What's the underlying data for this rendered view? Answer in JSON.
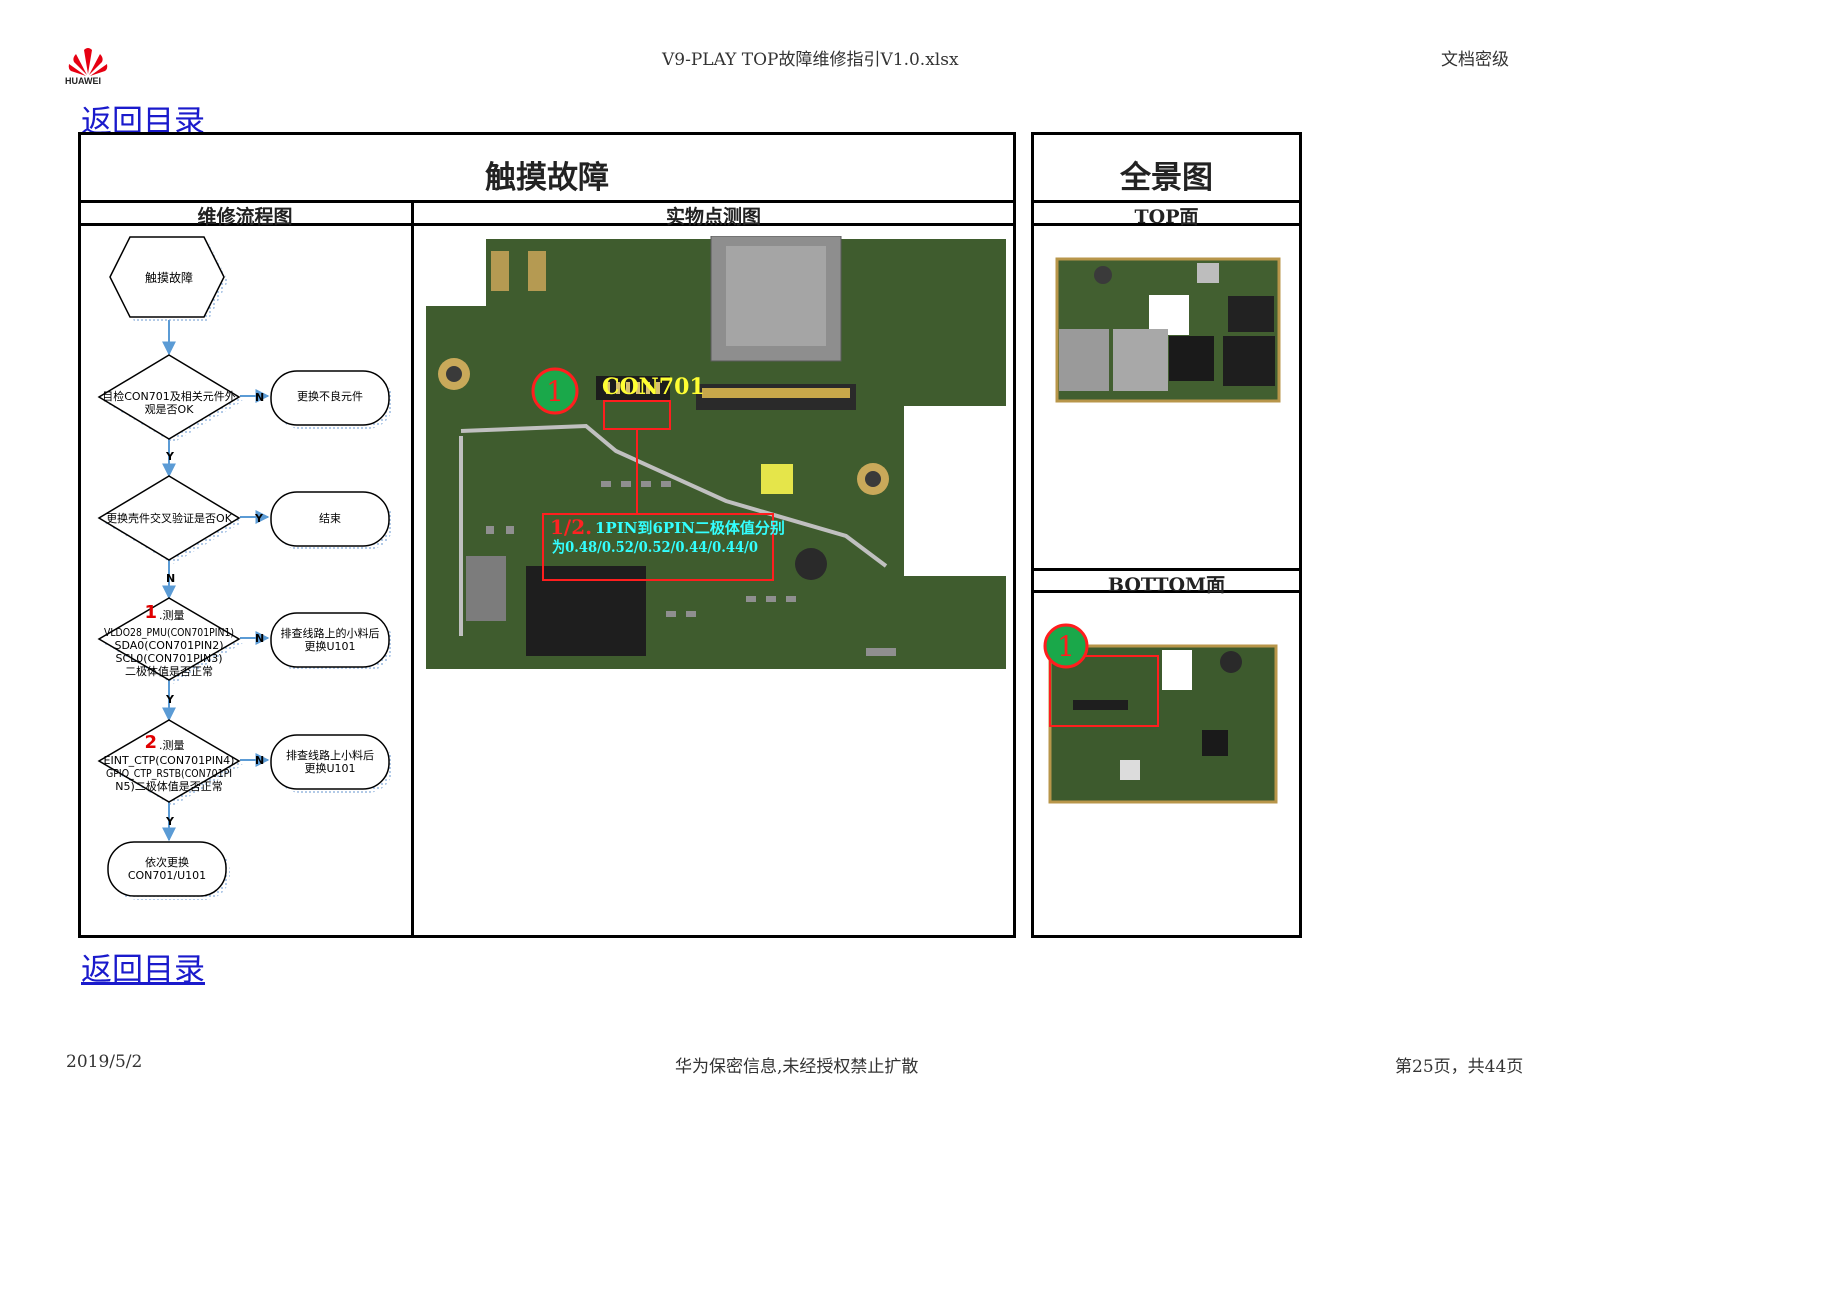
{
  "header": {
    "brand": "HUAWEI",
    "file_title": "V9-PLAY TOP故障维修指引V1.0.xlsx",
    "classification": "文档密级"
  },
  "nav": {
    "back_link": "返回目录"
  },
  "main_table": {
    "title": "触摸故障",
    "col_flow": "维修流程图",
    "col_photo": "实物点测图"
  },
  "side_table": {
    "title": "全景图",
    "top_label": "TOP面",
    "bottom_label": "BOTTOM面"
  },
  "flowchart": {
    "start": "触摸故障",
    "d1": [
      "目检CON701及相关元件外",
      "观是否OK"
    ],
    "d1_action": "更换不良元件",
    "d2": "更换壳件交叉验证是否OK",
    "d2_action": "结束",
    "d3_num": "1",
    "d3_title": ".测量",
    "d3_lines": [
      "VLDO28_PMU(CON701PIN1)",
      "SDA0(CON701PIN2)",
      "SCL0(CON701PIN3)",
      "二极体值是否正常"
    ],
    "d3_action": [
      "排查线路上的小料后",
      "更换U101"
    ],
    "d4_num": "2",
    "d4_title": ".测量",
    "d4_lines": [
      "EINT_CTP(CON701PIN4)",
      "GPIO_CTP_RSTB(CON701PI",
      "N5)二极体值是否正常"
    ],
    "d4_action": [
      "排查线路上小料后",
      "更换U101"
    ],
    "end": [
      "依次更换",
      "CON701/U101"
    ],
    "label_n": "N",
    "label_y": "Y"
  },
  "photo": {
    "marker": "1",
    "connector_label": "CON701",
    "callout_num": "1/2.",
    "callout_line1": "1PIN到6PIN二极体值分别",
    "callout_line2": "为0.48/0.52/0.52/0.44/0.44/0"
  },
  "bottom_marker": "1",
  "footer": {
    "date": "2019/5/2",
    "confidential": "华为保密信息,未经授权禁止扩散",
    "page": "第25页，共44页"
  }
}
